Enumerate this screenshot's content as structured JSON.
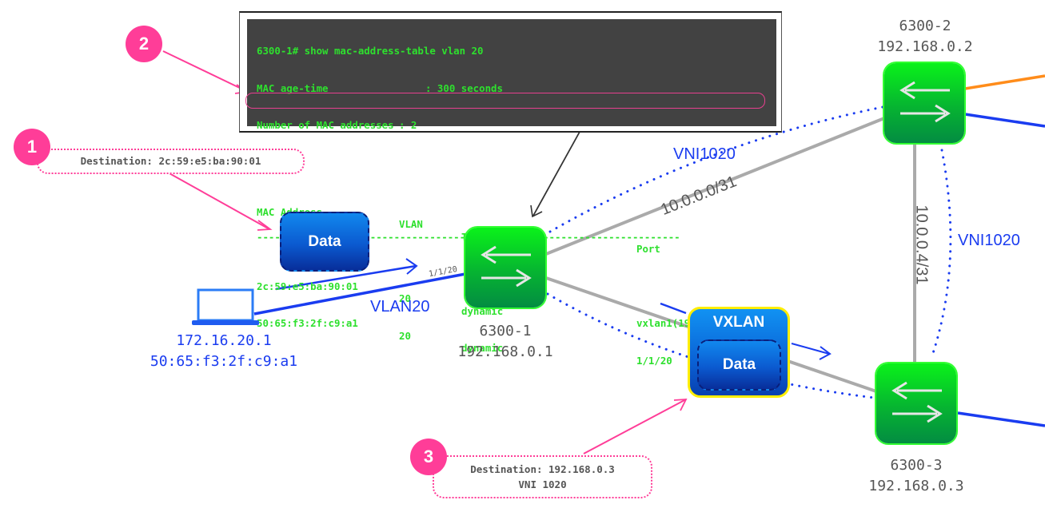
{
  "terminal": {
    "prompt_line": "6300-1# show mac-address-table vlan 20",
    "age_time_label": "MAC age-time",
    "age_time_value": ": 300 seconds",
    "count_label": "Number of MAC addresses",
    "count_value": ": 2",
    "headers": [
      "MAC Address",
      "VLAN",
      "Type",
      "Port"
    ],
    "separator": "-----------------------------------------------------------------------",
    "rows": [
      {
        "mac": "2c:59:e5:ba:90:01",
        "vlan": "20",
        "type": "dynamic",
        "port": "vxlan1(192.168.0.3)",
        "highlighted": true
      },
      {
        "mac": "50:65:f3:2f:c9:a1",
        "vlan": "20",
        "type": "dynamic",
        "port": "1/1/20",
        "highlighted": false
      }
    ]
  },
  "callouts": [
    {
      "number": "1",
      "lines": [
        "Destination: 2c:59:e5:ba:90:01"
      ]
    },
    {
      "number": "2",
      "lines": []
    },
    {
      "number": "3",
      "lines": [
        "Destination: 192.168.0.3",
        "VNI 1020"
      ]
    }
  ],
  "nodes": {
    "host": {
      "ip": "172.16.20.1",
      "mac": "50:65:f3:2f:c9:a1",
      "icon": "laptop-icon"
    },
    "sw1": {
      "name": "6300-1",
      "ip": "192.168.0.1",
      "icon": "switch-icon"
    },
    "sw2": {
      "name": "6300-2",
      "ip": "192.168.0.2",
      "icon": "switch-icon"
    },
    "sw3": {
      "name": "6300-3",
      "ip": "192.168.0.3",
      "icon": "switch-icon"
    }
  },
  "packets": {
    "data_label": "Data",
    "vxlan_label": "VXLAN",
    "vxlan_inner_label": "Data"
  },
  "links": {
    "host_port": "1/1/20",
    "host_vlan": "VLAN20",
    "sw1_sw2_subnet": "10.0.0.0/31",
    "sw2_sw3_subnet": "10.0.0.4/31",
    "vni_sw1_sw2": "VNI1020",
    "vni_sw2_sw3": "VNI1020"
  },
  "colors": {
    "switch_green": "#06b431",
    "callout_pink": "#ff3d98",
    "vlan_blue": "#1a3cf0",
    "underlay_gray": "#aaaaaa",
    "uplink_orange": "#ff8c1a",
    "vxlan_border_yellow": "#ffee00",
    "terminal_bg": "#424242",
    "terminal_text": "#2ee02e"
  }
}
